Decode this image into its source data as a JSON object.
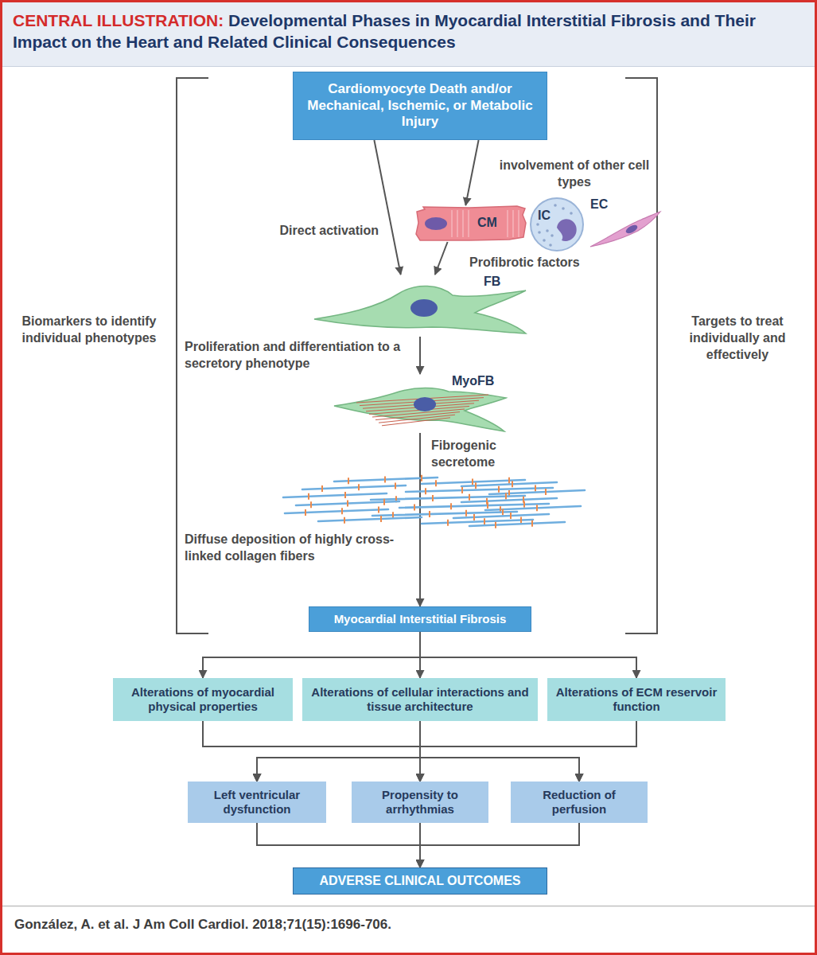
{
  "diagram": {
    "title": "Developmental Phases in Myocardial Interstitial Fibrosis and Their Impact on the Heart and Related Clinical Consequences",
    "caption": "González, A. et al. J Am Coll Cardiol. 2018;71(15):1696-706.",
    "nodes": [
      {
        "text": [
          "Cardiomyocyte Death and/or Mechanical, Ischemic, or Metabolic Injury"
        ]
      },
      {
        "text": [
          "CM"
        ]
      },
      {
        "text": [
          "IC"
        ]
      },
      {
        "text": [
          "EC"
        ]
      },
      {
        "text": [
          "FB"
        ]
      },
      {
        "text": [
          "MyoFB"
        ]
      },
      {
        "text": [
          "Myocardial Interstitial Fibrosis"
        ]
      },
      {
        "text": [
          "Alterations of myocardial physical properties"
        ]
      },
      {
        "text": [
          "Alterations of cellular interactions and tissue architecture"
        ]
      },
      {
        "text": [
          "Alterations of ECM reservoir function"
        ]
      },
      {
        "text": [
          "Left ventricular dysfunction"
        ]
      },
      {
        "text": [
          "Propensity to arrhythmias"
        ]
      },
      {
        "text": [
          "Reduction of perfusion"
        ]
      },
      {
        "text": [
          "ADVERSE CLINICAL OUTCOMES"
        ]
      }
    ],
    "edges": [
      {
        "from": 0,
        "to": 4,
        "arrow": "to",
        "label": "Direct activation"
      },
      {
        "from": 0,
        "to": 1,
        "arrow": "to",
        "label": "involvement of other cell types"
      },
      {
        "from": 1,
        "to": 4,
        "arrow": "to",
        "label": "Profibrotic factors"
      },
      {
        "from": 4,
        "to": 5,
        "arrow": "to",
        "label": "Proliferation and differentiation to a secretory phenotype"
      },
      {
        "from": 5,
        "to": 6,
        "arrow": "to",
        "label": "Fibrogenic secretome"
      },
      {
        "from": 6,
        "to": 7,
        "arrow": "to"
      },
      {
        "from": 6,
        "to": 8,
        "arrow": "to"
      },
      {
        "from": 6,
        "to": 9,
        "arrow": "to"
      },
      {
        "from": 7,
        "to": 10,
        "arrow": "to"
      },
      {
        "from": 7,
        "to": 11,
        "arrow": "to"
      },
      {
        "from": 7,
        "to": 12,
        "arrow": "to"
      },
      {
        "from": 8,
        "to": 10,
        "arrow": "to"
      },
      {
        "from": 8,
        "to": 11,
        "arrow": "to"
      },
      {
        "from": 8,
        "to": 12,
        "arrow": "to"
      },
      {
        "from": 9,
        "to": 10,
        "arrow": "to"
      },
      {
        "from": 9,
        "to": 11,
        "arrow": "to"
      },
      {
        "from": 9,
        "to": 12,
        "arrow": "to"
      },
      {
        "from": 10,
        "to": 13,
        "arrow": "to"
      },
      {
        "from": 11,
        "to": 13,
        "arrow": "to"
      },
      {
        "from": 12,
        "to": 13,
        "arrow": "to"
      }
    ],
    "labels": [
      "CENTRAL ILLUSTRATION:",
      "Biomarkers to identify individual phenotypes",
      "Targets to treat individually and effectively",
      "Diffuse deposition of highly cross-linked collagen fibers"
    ]
  }
}
